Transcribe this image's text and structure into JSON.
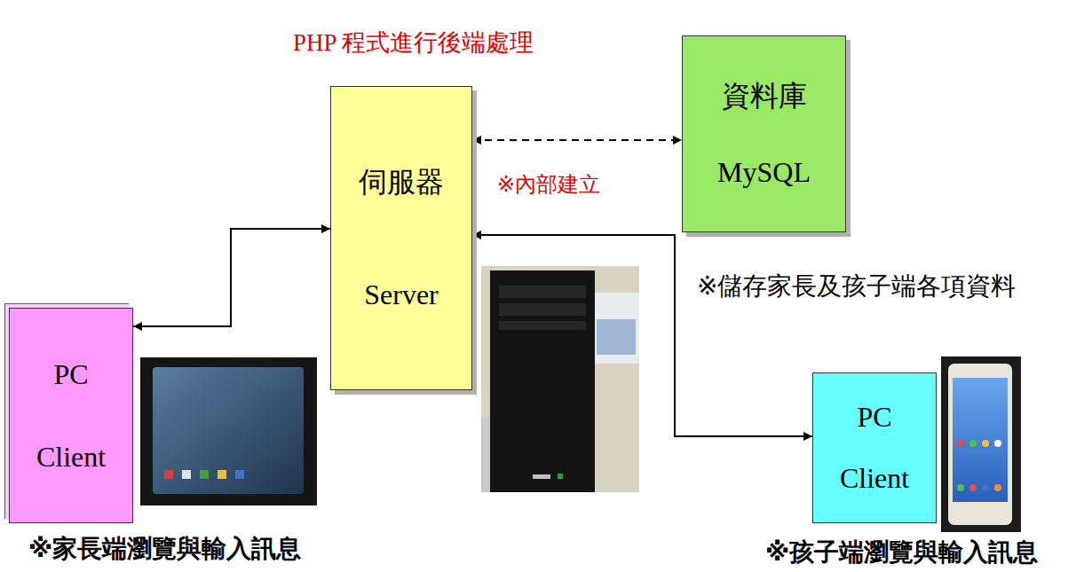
{
  "diagram": {
    "nodes": [
      {
        "text": [
          "伺服器",
          "Server"
        ]
      },
      {
        "text": [
          "資料庫",
          "MySQL"
        ]
      },
      {
        "text": [
          "PC",
          "Client"
        ]
      },
      {
        "text": [
          "PC",
          "Client"
        ]
      }
    ],
    "edges": [
      {
        "from": 2,
        "to": 0,
        "arrow": "both"
      },
      {
        "from": 0,
        "to": 1,
        "arrow": "both"
      },
      {
        "from": 0,
        "to": 3,
        "arrow": "both"
      }
    ],
    "labels": [
      "PHP 程式進行後端處理",
      "※內部建立",
      "※儲存家長及孩子端各項資料",
      "※家長端瀏覽與輸入訊息",
      "※孩子端瀏覽與輸入訊息"
    ]
  }
}
